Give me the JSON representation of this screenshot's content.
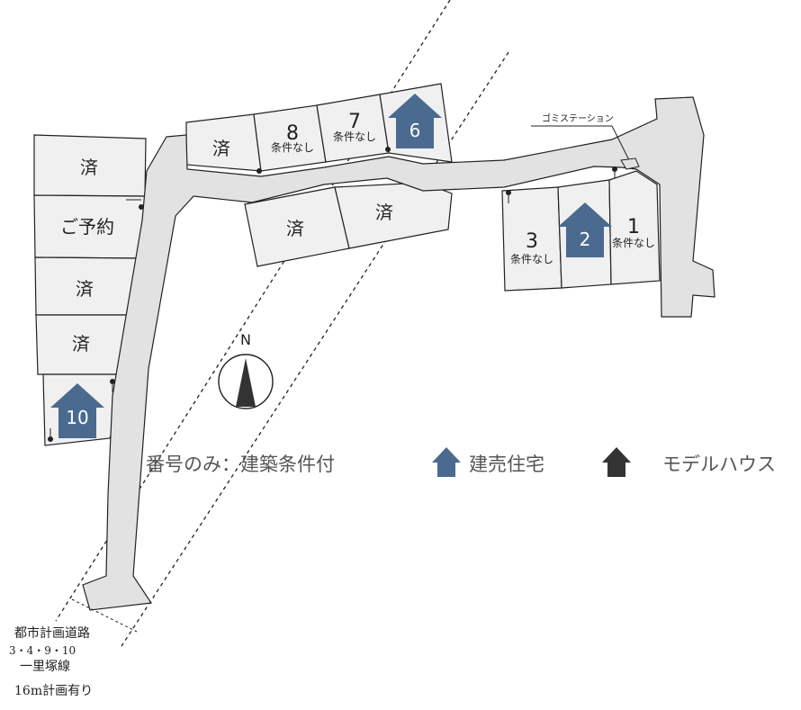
{
  "lots": {
    "sold_label": "済",
    "reserved_label": "ご予約",
    "no_condition": "条件なし",
    "lot8": "8",
    "lot7": "7",
    "lot6": "6",
    "lot3": "3",
    "lot2": "2",
    "lot1": "1",
    "lot10": "10"
  },
  "labels": {
    "garbage_station": "ゴミステーション",
    "north": "N"
  },
  "legend": {
    "numbers_only": "番号のみ：建築条件付",
    "ready_built": "建売住宅",
    "model_house": "モデルハウス"
  },
  "road_note": {
    "line1": "都市計画道路",
    "line2": "3・4・9・10",
    "line3": "一里塚線",
    "line4": "16m計画有り"
  },
  "colors": {
    "ready_built": "#4a6a8f",
    "model_house": "#333333",
    "lot_fill": "#f0f0f0",
    "road_fill": "#e2e2e2"
  }
}
